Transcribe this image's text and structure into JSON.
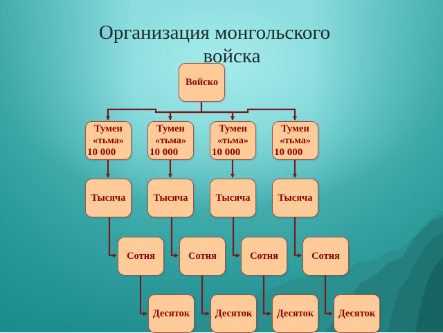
{
  "title": {
    "line1": "Организация монгольского",
    "line2": "войска"
  },
  "colors": {
    "node_fill": "#ffcc99",
    "node_border": "#a0524a",
    "node_text": "#8b0000",
    "connector": "#7a1a1a",
    "background": "#5cc0c0"
  },
  "root": {
    "label": "Войско"
  },
  "tumens": [
    {
      "line1": "Тумен",
      "line2": "«тьма»",
      "line3": "10 000"
    },
    {
      "line1": "Тумен",
      "line2": "«тьма»",
      "line3": "10 000"
    },
    {
      "line1": "Тумен",
      "line2": "«тьма»",
      "line3": "10 000"
    },
    {
      "line1": "Тумен",
      "line2": "«тьма»",
      "line3": "10 000"
    }
  ],
  "thousands": [
    {
      "label": "Тысяча"
    },
    {
      "label": "Тысяча"
    },
    {
      "label": "Тысяча"
    },
    {
      "label": "Тысяча"
    }
  ],
  "hundreds": [
    {
      "label": "Сотня"
    },
    {
      "label": "Сотня"
    },
    {
      "label": "Сотня"
    },
    {
      "label": "Сотня"
    }
  ],
  "tens": [
    {
      "label": "Десяток"
    },
    {
      "label": "Десяток"
    },
    {
      "label": "Десяток"
    },
    {
      "label": "Десяток"
    }
  ]
}
